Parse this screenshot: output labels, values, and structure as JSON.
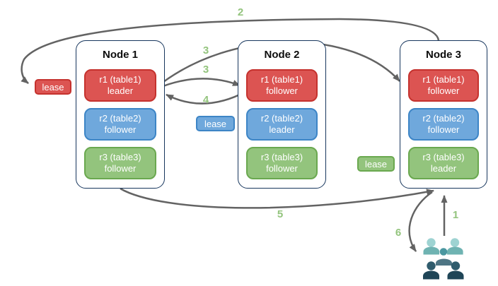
{
  "diagram": {
    "nodes": [
      {
        "title": "Node 1",
        "replicas": [
          {
            "name": "r1 (table1)",
            "role": "leader",
            "color": "red"
          },
          {
            "name": "r2 (table2)",
            "role": "follower",
            "color": "blue"
          },
          {
            "name": "r3 (table3)",
            "role": "follower",
            "color": "green"
          }
        ]
      },
      {
        "title": "Node 2",
        "replicas": [
          {
            "name": "r1 (table1)",
            "role": "follower",
            "color": "red"
          },
          {
            "name": "r2 (table2)",
            "role": "leader",
            "color": "blue"
          },
          {
            "name": "r3 (table3)",
            "role": "follower",
            "color": "green"
          }
        ]
      },
      {
        "title": "Node 3",
        "replicas": [
          {
            "name": "r1 (table1)",
            "role": "follower",
            "color": "red"
          },
          {
            "name": "r2 (table2)",
            "role": "follower",
            "color": "blue"
          },
          {
            "name": "r3 (table3)",
            "role": "leader",
            "color": "green"
          }
        ]
      }
    ],
    "leases": [
      {
        "label": "lease",
        "color": "red"
      },
      {
        "label": "lease",
        "color": "blue"
      },
      {
        "label": "lease",
        "color": "green"
      }
    ],
    "steps": {
      "s1": "1",
      "s2": "2",
      "s3a": "3",
      "s3b": "3",
      "s4": "4",
      "s5": "5",
      "s6": "6"
    },
    "icons": {
      "clients": "users-group-icon"
    },
    "colors": {
      "red_fill": "#dc5452",
      "red_border": "#c5322e",
      "blue_fill": "#6fa8dc",
      "blue_border": "#3d85c6",
      "green_fill": "#93c47d",
      "green_border": "#6aa84f",
      "arrow": "#636363",
      "step_label": "#93c47d",
      "node_border": "#17365d",
      "client_back": "#9ed3d2",
      "client_mid": "#4b97a0",
      "client_front": "#1f4557"
    }
  }
}
